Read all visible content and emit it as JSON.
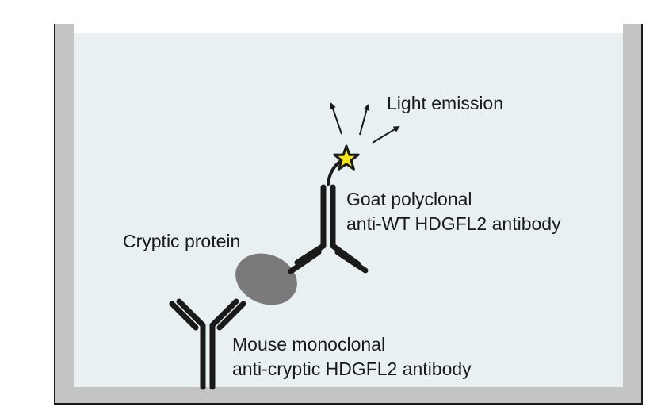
{
  "labels": {
    "light_emission": "Light emission",
    "goat_line1": "Goat polyclonal",
    "goat_line2": "anti-WT HDGFL2 antibody",
    "cryptic_protein": "Cryptic protein",
    "mouse_line1": "Mouse monoclonal",
    "mouse_line2": "anti-cryptic HDGFL2 antibody"
  },
  "colors": {
    "well_fill": "#e9f0f2",
    "well_wall": "#c4c4c4",
    "antibody": "#1a1a1a",
    "protein": "#7a7a7a",
    "star": "#f5e51b"
  },
  "icons": {
    "emitter": "star-icon",
    "emission": "arrow-icon"
  }
}
